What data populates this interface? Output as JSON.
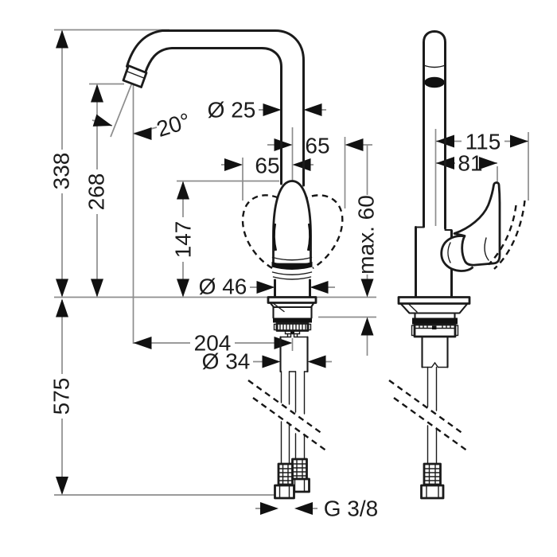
{
  "drawing": {
    "type": "faucet installation dimension drawing",
    "front_view": {
      "labels": {
        "total_height": "338",
        "spout_outlet_height": "268",
        "handle_top_height": "147",
        "below_deck_depth": "575",
        "spout_angle": "20°",
        "spout_pipe_diameter": "Ø 25",
        "offset_upper": "65",
        "offset_lower": "65",
        "body_diameter": "Ø 46",
        "max_counter_thickness": "max. 60",
        "spout_reach": "204",
        "shank_diameter": "Ø 34",
        "hose_thread": "G 3/8"
      }
    },
    "side_view": {
      "labels": {
        "handle_swing_depth": "115",
        "handle_depth": "81"
      }
    }
  }
}
